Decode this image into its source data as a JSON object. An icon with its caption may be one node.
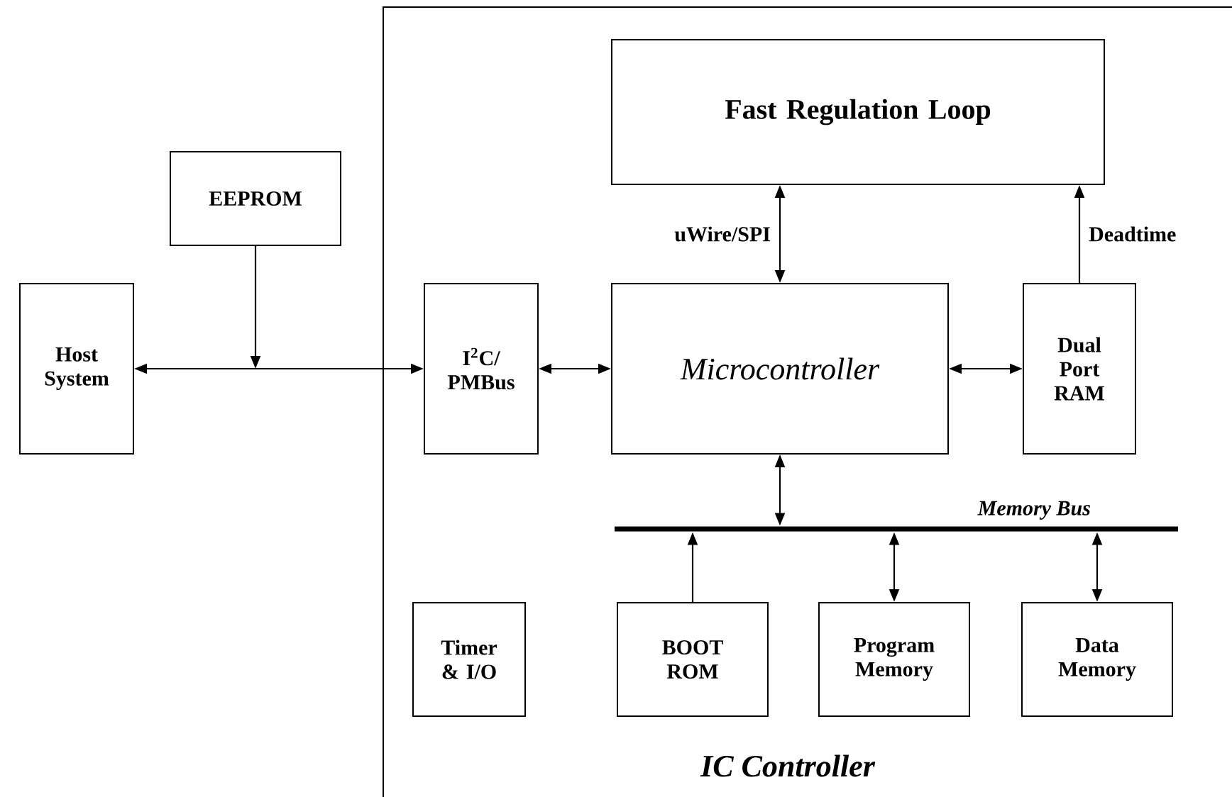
{
  "diagram": {
    "nodes": [
      {
        "text": [
          "IC Controller"
        ]
      },
      {
        "text": [
          "EEPROM"
        ]
      },
      {
        "text": [
          "Host System"
        ]
      },
      {
        "text": [
          "Fast Regulation Loop"
        ],
        "in": 0
      },
      {
        "text": [
          "I$^{2}$C/ PMBus"
        ],
        "in": 0
      },
      {
        "text": [
          "Microcontroller"
        ],
        "in": 0
      },
      {
        "text": [
          "Dual Port RAM"
        ],
        "in": 0
      },
      {
        "text": [
          "Memory Bus"
        ],
        "in": 0
      },
      {
        "text": [
          "Timer & I/O"
        ],
        "in": 0
      },
      {
        "text": [
          "BOOT ROM"
        ],
        "in": 0
      },
      {
        "text": [
          "Program Memory"
        ],
        "in": 0
      },
      {
        "text": [
          "Data Memory"
        ],
        "in": 0
      }
    ],
    "edges": [
      {
        "from": 2,
        "to": 4,
        "arrow": "both"
      },
      {
        "from": 1,
        "to": null,
        "arrow": "to"
      },
      {
        "from": 4,
        "to": 5,
        "arrow": "both"
      },
      {
        "from": 5,
        "to": 3,
        "arrow": "both",
        "label": "uWire/SPI"
      },
      {
        "from": 6,
        "to": 3,
        "arrow": "to",
        "label": "Deadtime"
      },
      {
        "from": 5,
        "to": 6,
        "arrow": "both"
      },
      {
        "from": 5,
        "to": 7,
        "arrow": "both"
      },
      {
        "from": 9,
        "to": 7,
        "arrow": "to"
      },
      {
        "from": 10,
        "to": 7,
        "arrow": "both"
      },
      {
        "from": 11,
        "to": 7,
        "arrow": "both"
      }
    ]
  }
}
